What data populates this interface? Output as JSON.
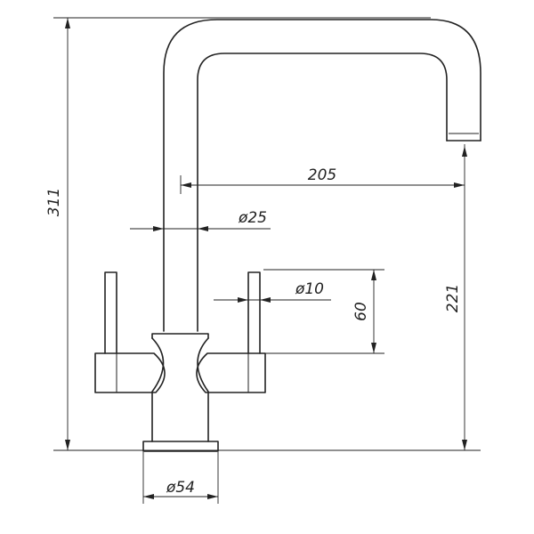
{
  "dimensions": {
    "overall_height": "311",
    "spout_reach": "205",
    "spout_height": "221",
    "body_diameter": "ø25",
    "handle_diameter": "ø10",
    "handle_height": "60",
    "base_diameter": "ø54"
  }
}
